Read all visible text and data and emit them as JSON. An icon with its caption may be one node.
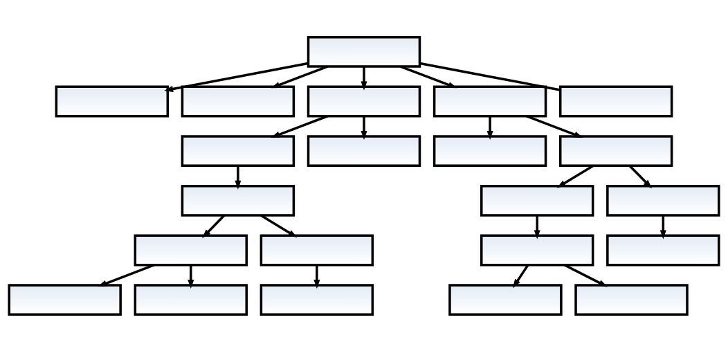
{
  "diagram": {
    "nodes": [
      {
        "text": [],
        "shape": "box"
      },
      {
        "text": [],
        "shape": "box"
      },
      {
        "text": [],
        "shape": "box"
      },
      {
        "text": [],
        "shape": "box"
      },
      {
        "text": [],
        "shape": "box"
      },
      {
        "text": [],
        "shape": "box"
      },
      {
        "text": [],
        "shape": "box"
      },
      {
        "text": [],
        "shape": "box"
      },
      {
        "text": [],
        "shape": "box"
      },
      {
        "text": [],
        "shape": "box"
      },
      {
        "text": [],
        "shape": "box"
      },
      {
        "text": [],
        "shape": "box"
      },
      {
        "text": [],
        "shape": "box"
      },
      {
        "text": [],
        "shape": "box"
      },
      {
        "text": [],
        "shape": "box"
      },
      {
        "text": [],
        "shape": "box"
      },
      {
        "text": [],
        "shape": "box"
      },
      {
        "text": [],
        "shape": "box"
      },
      {
        "text": [],
        "shape": "box"
      },
      {
        "text": [],
        "shape": "box"
      },
      {
        "text": [],
        "shape": "box"
      },
      {
        "text": [],
        "shape": "box"
      }
    ],
    "edges": [
      {
        "from": 0,
        "to": 1,
        "arrow": "to"
      },
      {
        "from": 0,
        "to": 2,
        "arrow": "to"
      },
      {
        "from": 0,
        "to": 3,
        "arrow": "to"
      },
      {
        "from": 0,
        "to": 4,
        "arrow": "to"
      },
      {
        "from": 0,
        "to": 5,
        "arrow": "none"
      },
      {
        "from": 3,
        "to": 6,
        "arrow": "to"
      },
      {
        "from": 3,
        "to": 7,
        "arrow": "to"
      },
      {
        "from": 4,
        "to": 8,
        "arrow": "to"
      },
      {
        "from": 4,
        "to": 9,
        "arrow": "to"
      },
      {
        "from": 6,
        "to": 10,
        "arrow": "to"
      },
      {
        "from": 9,
        "to": 11,
        "arrow": "to"
      },
      {
        "from": 9,
        "to": 12,
        "arrow": "to"
      },
      {
        "from": 10,
        "to": 13,
        "arrow": "to"
      },
      {
        "from": 10,
        "to": 14,
        "arrow": "to"
      },
      {
        "from": 11,
        "to": 15,
        "arrow": "to"
      },
      {
        "from": 12,
        "to": 16,
        "arrow": "to"
      },
      {
        "from": 13,
        "to": 17,
        "arrow": "to"
      },
      {
        "from": 13,
        "to": 18,
        "arrow": "to"
      },
      {
        "from": 14,
        "to": 19,
        "arrow": "to"
      },
      {
        "from": 15,
        "to": 20,
        "arrow": "to"
      },
      {
        "from": 15,
        "to": 21,
        "arrow": "to"
      }
    ]
  }
}
